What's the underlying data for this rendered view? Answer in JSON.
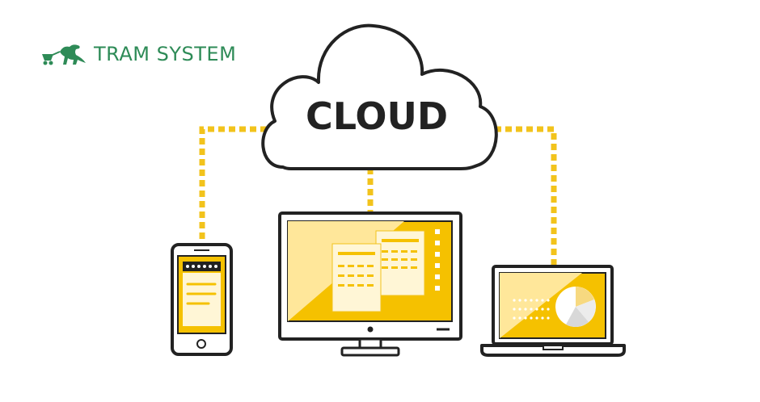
{
  "brand": {
    "name": "TRAM SYSTEM",
    "logo_icon": "dinosaur-cart-icon",
    "color": "#2e8b57"
  },
  "diagram": {
    "cloud_label": "CLOUD",
    "devices": [
      "smartphone",
      "desktop-monitor",
      "laptop"
    ],
    "colors": {
      "accent": "#f5c100",
      "accent_light": "#ffe79a",
      "outline": "#222222",
      "connector": "#f2c31c",
      "paper": "#fff6d6"
    }
  }
}
